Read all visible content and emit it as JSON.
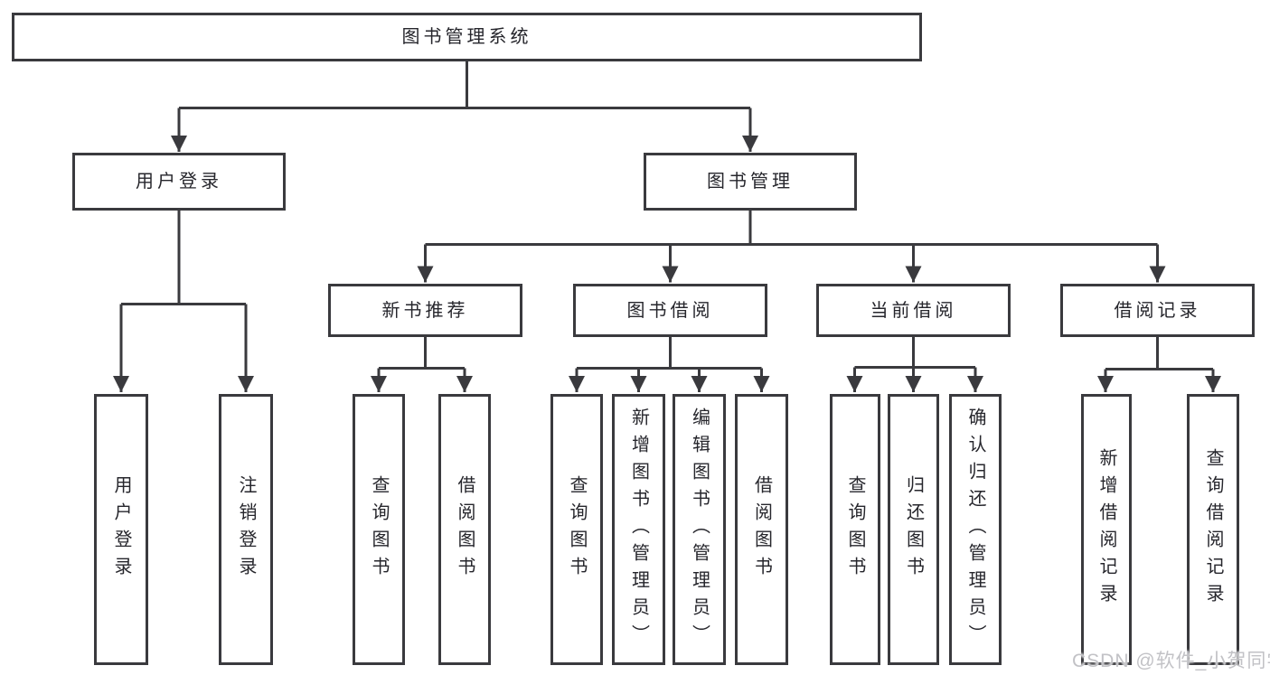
{
  "tree": {
    "root": {
      "label": "图书管理系统"
    },
    "level2": [
      {
        "label": "用户登录",
        "parent": "图书管理系统"
      },
      {
        "label": "图书管理",
        "parent": "图书管理系统"
      }
    ],
    "level3": [
      {
        "label": "新书推荐",
        "parent": "图书管理"
      },
      {
        "label": "图书借阅",
        "parent": "图书管理"
      },
      {
        "label": "当前借阅",
        "parent": "图书管理"
      },
      {
        "label": "借阅记录",
        "parent": "图书管理"
      }
    ],
    "leaves": [
      {
        "label": "用户登录",
        "parent": "用户登录"
      },
      {
        "label": "注销登录",
        "parent": "用户登录"
      },
      {
        "label": "查询图书",
        "parent": "新书推荐"
      },
      {
        "label": "借阅图书",
        "parent": "新书推荐"
      },
      {
        "label": "查询图书",
        "parent": "图书借阅"
      },
      {
        "label": "新增图书（管理员）",
        "parent": "图书借阅"
      },
      {
        "label": "编辑图书（管理员）",
        "parent": "图书借阅"
      },
      {
        "label": "借阅图书",
        "parent": "图书借阅"
      },
      {
        "label": "查询图书",
        "parent": "当前借阅"
      },
      {
        "label": "归还图书",
        "parent": "当前借阅"
      },
      {
        "label": "确认归还（管理员）",
        "parent": "当前借阅"
      },
      {
        "label": "新增借阅记录",
        "parent": "借阅记录"
      },
      {
        "label": "查询借阅记录",
        "parent": "借阅记录"
      }
    ]
  },
  "watermark": {
    "text": "CSDN @软件_小贺同学"
  },
  "colors": {
    "line": "#3a3a3e",
    "text": "#26262c",
    "watermark": "#c2c2c6",
    "background": "#ffffff"
  }
}
